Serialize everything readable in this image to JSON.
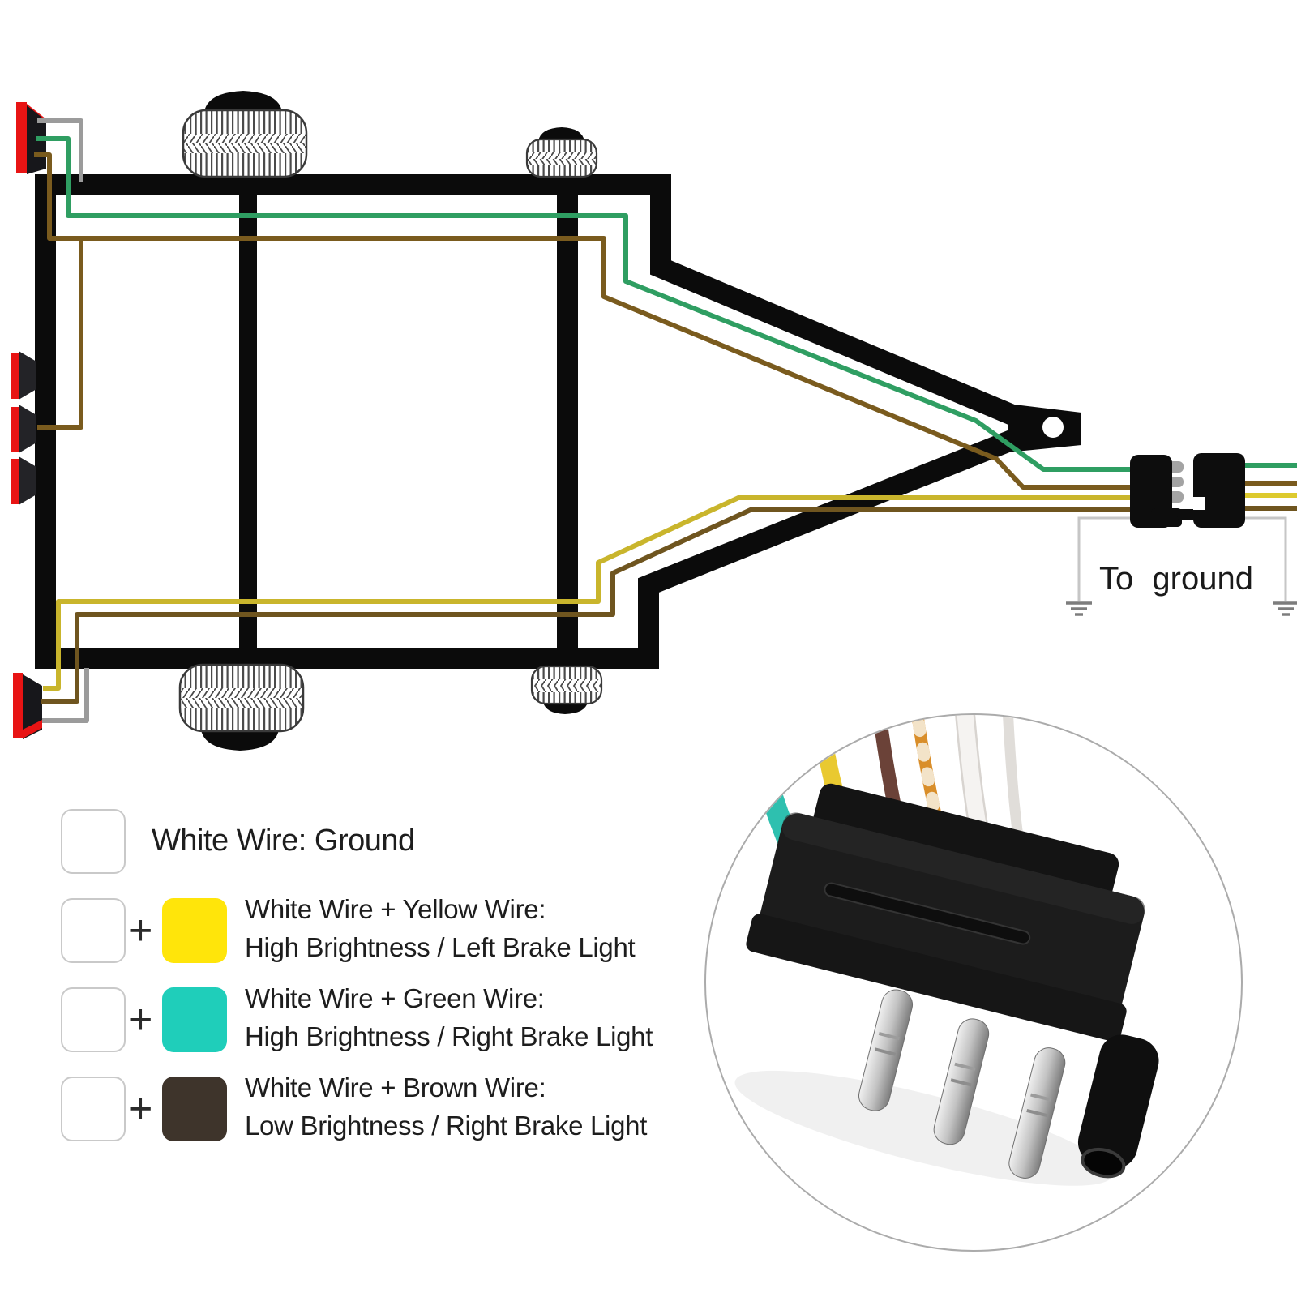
{
  "diagram": {
    "ground_label": "To ground",
    "colors": {
      "frame": "#0b0b0b",
      "green_wire": "#2f9e62",
      "brown_wire": "#7a5b1e",
      "brown_wire_dark": "#6f551f",
      "yellow_wire": "#c9b52c",
      "yellow_wire_bright": "#ddca2e",
      "gray_wire": "#9b9b9b",
      "light_red": "#e81414",
      "ground_line": "#c6c6c6"
    }
  },
  "legend": {
    "plus": "+",
    "swatch_colors": {
      "white": "#ffffff",
      "yellow": "#ffe50a",
      "green": "#1fceba",
      "brown": "#3e342b"
    },
    "rows": [
      {
        "label": "White Wire: Ground"
      },
      {
        "line1": "White Wire + Yellow Wire:",
        "line2": "High Brightness / Left Brake Light"
      },
      {
        "line1": "White Wire + Green Wire:",
        "line2": "High Brightness / Right Brake Light"
      },
      {
        "line1": "White Wire + Brown Wire:",
        "line2": "Low Brightness / Right Brake Light"
      }
    ]
  },
  "inset": {
    "wire_colors": [
      "#2ec0af",
      "#e9c930",
      "#6b4238",
      "#d98e2a",
      "#f5f3f1"
    ]
  }
}
